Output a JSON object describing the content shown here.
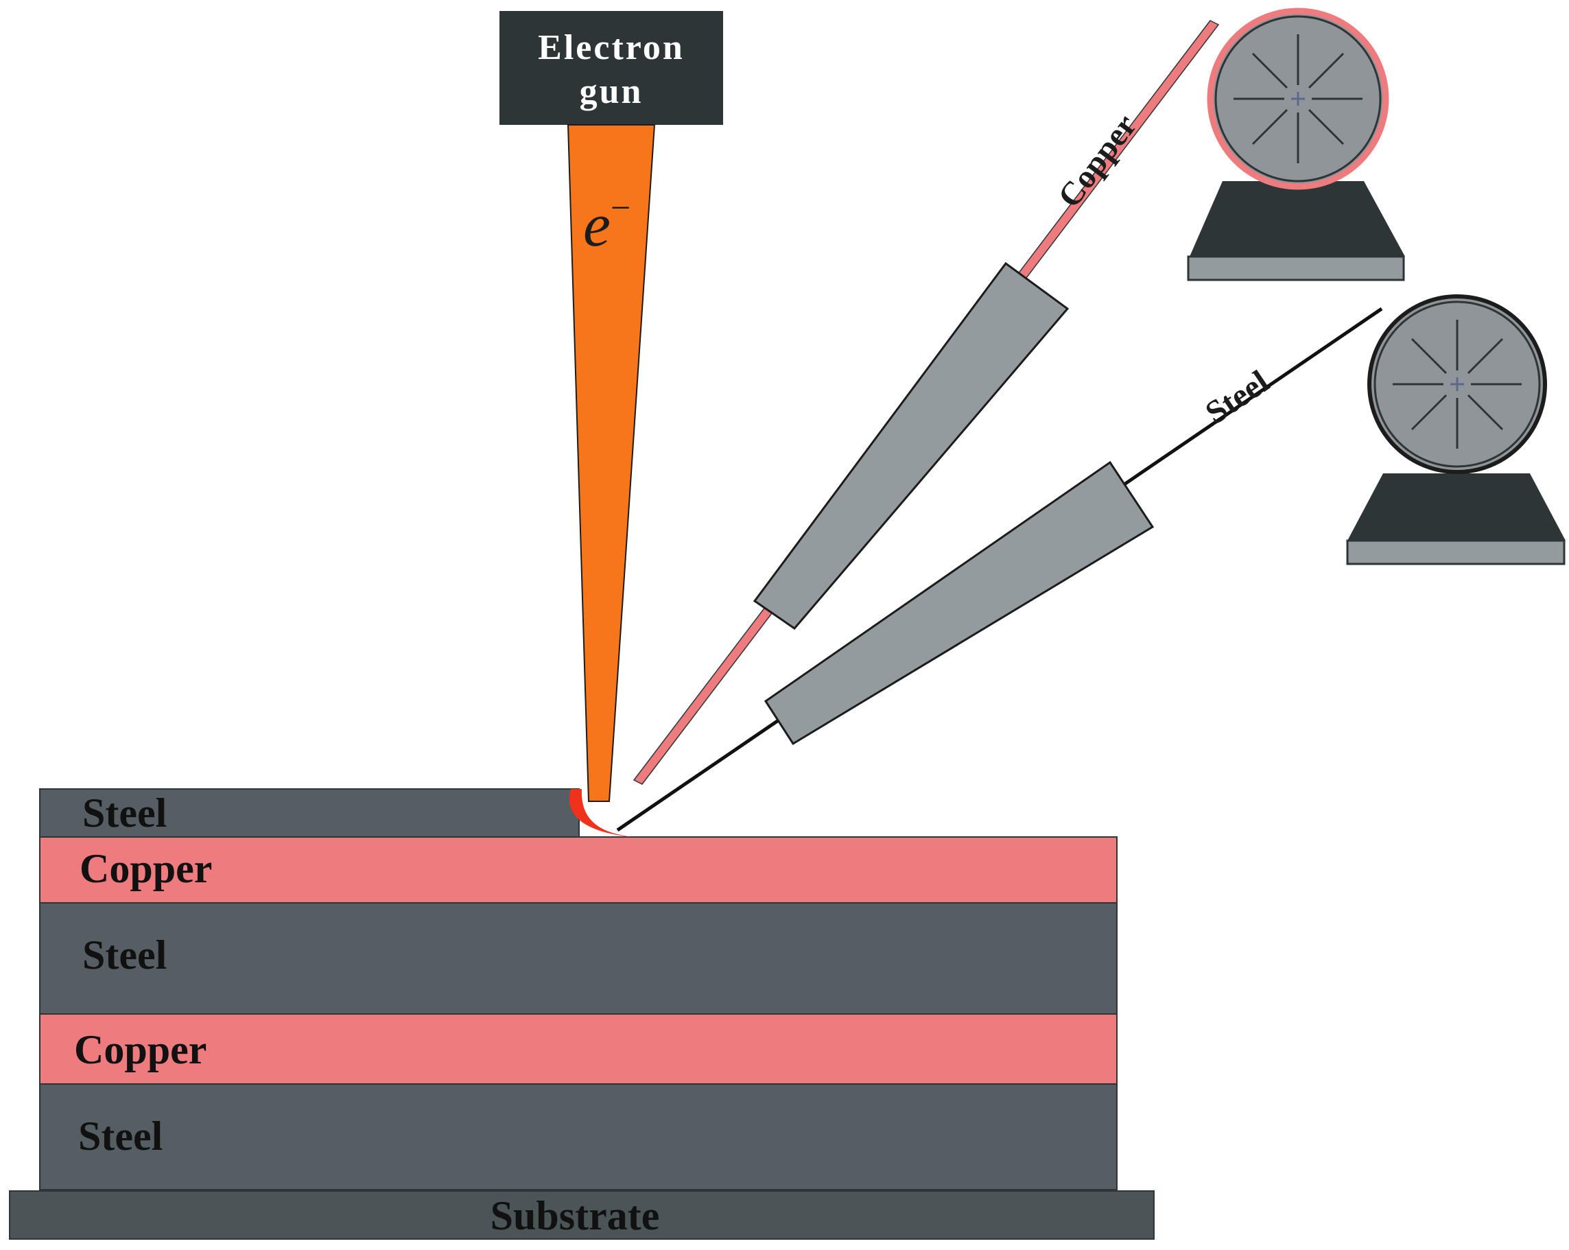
{
  "electron_gun": {
    "label_line1": "Electron",
    "label_line2": "gun"
  },
  "beam": {
    "symbol": "e",
    "superscript": "−"
  },
  "feeders": {
    "copper_wire_label": "Copper",
    "steel_wire_label": "Steel"
  },
  "layers": [
    {
      "name": "steel-layer-top",
      "label": "Steel",
      "material": "steel"
    },
    {
      "name": "copper-layer-upper",
      "label": "Copper",
      "material": "copper"
    },
    {
      "name": "steel-layer-middle",
      "label": "Steel",
      "material": "steel"
    },
    {
      "name": "copper-layer-lower",
      "label": "Copper",
      "material": "copper"
    },
    {
      "name": "steel-layer-bottom",
      "label": "Steel",
      "material": "steel"
    }
  ],
  "substrate": {
    "label": "Substrate"
  },
  "colors": {
    "steel": "#555f63",
    "copper": "#ee7b7e",
    "beam": "#f7761a",
    "melt_pool": "#f0321c",
    "dark": "#2e3537",
    "feeder_gray": "#939b9e",
    "spool_gray": "#8f9598",
    "substrate": "#4b5557"
  }
}
